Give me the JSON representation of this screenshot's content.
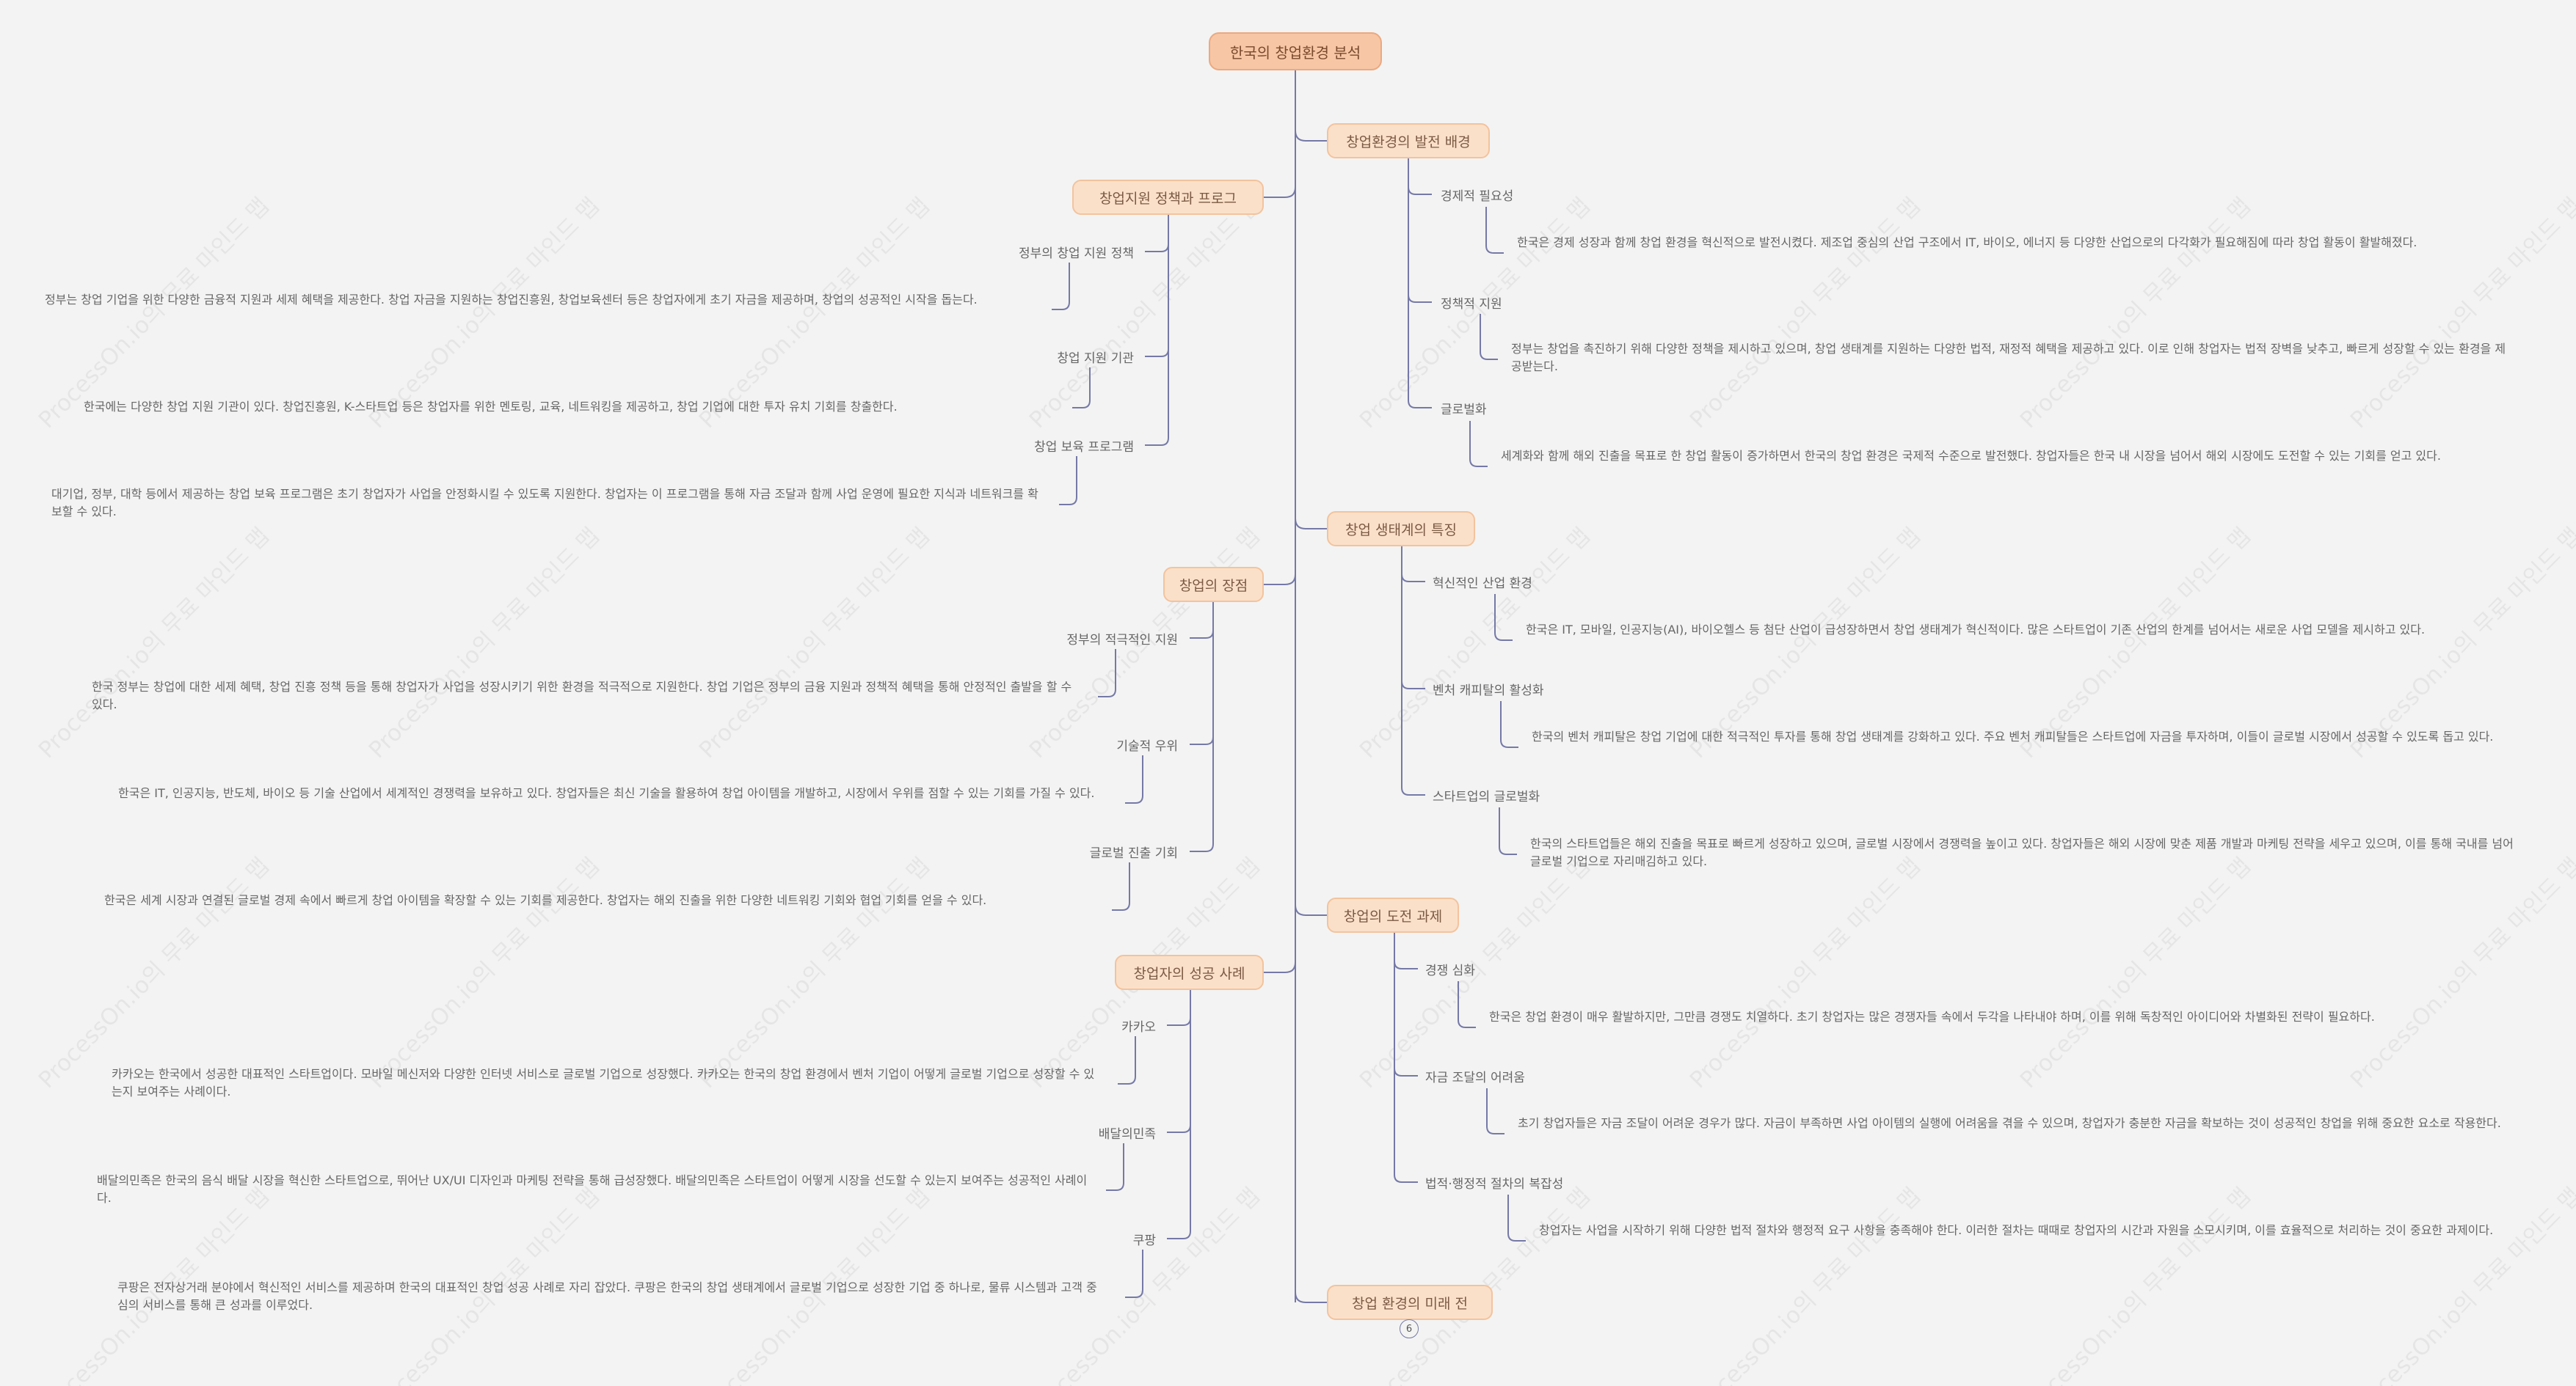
{
  "watermark": "ProcessOn.io의 무료 마인드 맵",
  "root": "한국의 창업환경 분석",
  "branches": {
    "b1": {
      "label": "창업환경의 발전 배경",
      "items": [
        {
          "label": "경제적 필요성",
          "desc": "한국은 경제 성장과 함께 창업 환경을 혁신적으로 발전시켰다. 제조업 중심의 산업 구조에서 IT, 바이오, 에너지 등 다양한 산업으로의 다각화가 필요해짐에 따라 창업 활동이 활발해졌다."
        },
        {
          "label": "정책적 지원",
          "desc": "정부는 창업을 촉진하기 위해 다양한 정책을 제시하고 있으며, 창업 생태계를 지원하는 다양한 법적, 재정적 혜택을 제공하고 있다. 이로 인해 창업자는 법적 장벽을 낮추고, 빠르게 성장할 수 있는 환경을 제공받는다."
        },
        {
          "label": "글로벌화",
          "desc": "세계화와 함께 해외 진출을 목표로 한 창업 활동이 증가하면서 한국의 창업 환경은 국제적 수준으로 발전했다. 창업자들은 한국 내 시장을 넘어서 해외 시장에도 도전할 수 있는 기회를 얻고 있다."
        }
      ]
    },
    "b2": {
      "label": "창업 생태계의 특징",
      "items": [
        {
          "label": "혁신적인 산업 환경",
          "desc": "한국은 IT, 모바일, 인공지능(AI), 바이오헬스 등 첨단 산업이 급성장하면서 창업 생태계가 혁신적이다. 많은 스타트업이 기존 산업의 한계를 넘어서는 새로운 사업 모델을 제시하고 있다."
        },
        {
          "label": "벤처 캐피탈의 활성화",
          "desc": "한국의 벤처 캐피탈은 창업 기업에 대한 적극적인 투자를 통해 창업 생태계를 강화하고 있다. 주요 벤처 캐피탈들은 스타트업에 자금을 투자하며, 이들이 글로벌 시장에서 성공할 수 있도록 돕고 있다."
        },
        {
          "label": "스타트업의 글로벌화",
          "desc": "한국의 스타트업들은 해외 진출을 목표로 빠르게 성장하고 있으며, 글로벌 시장에서 경쟁력을 높이고 있다. 창업자들은 해외 시장에 맞춘 제품 개발과 마케팅 전략을 세우고 있으며, 이를 통해 국내를 넘어 글로벌 기업으로 자리매김하고 있다."
        }
      ]
    },
    "b3": {
      "label": "창업의 도전 과제",
      "items": [
        {
          "label": "경쟁 심화",
          "desc": "한국은 창업 환경이 매우 활발하지만, 그만큼 경쟁도 치열하다. 초기 창업자는 많은 경쟁자들 속에서 두각을 나타내야 하며, 이를 위해 독창적인 아이디어와 차별화된 전략이 필요하다."
        },
        {
          "label": "자금 조달의 어려움",
          "desc": "초기 창업자들은 자금 조달이 어려운 경우가 많다. 자금이 부족하면 사업 아이템의 실행에 어려움을 겪을 수 있으며, 창업자가 충분한 자금을 확보하는 것이 성공적인 창업을 위해 중요한 요소로 작용한다."
        },
        {
          "label": "법적·행정적 절차의 복잡성",
          "desc": "창업자는 사업을 시작하기 위해 다양한 법적 절차와 행정적 요구 사항을 충족해야 한다. 이러한 절차는 때때로 창업자의 시간과 자원을 소모시키며, 이를 효율적으로 처리하는 것이 중요한 과제이다."
        }
      ]
    },
    "b4": {
      "label": "창업 환경의 미래 전",
      "collapsed_count": "6"
    },
    "l1": {
      "label": "창업지원 정책과 프로그",
      "items": [
        {
          "label": "정부의 창업 지원 정책",
          "desc": "정부는 창업 기업을 위한 다양한 금융적 지원과 세제 혜택을 제공한다. 창업 자금을 지원하는 창업진흥원, 창업보육센터 등은 창업자에게 초기 자금을 제공하며, 창업의 성공적인 시작을 돕는다."
        },
        {
          "label": "창업 지원 기관",
          "desc": "한국에는 다양한 창업 지원 기관이 있다. 창업진흥원, K-스타트업 등은 창업자를 위한 멘토링, 교육, 네트워킹을 제공하고, 창업 기업에 대한 투자 유치 기회를 창출한다."
        },
        {
          "label": "창업 보육 프로그램",
          "desc": "대기업, 정부, 대학 등에서 제공하는 창업 보육 프로그램은 초기 창업자가 사업을 안정화시킬 수 있도록 지원한다. 창업자는 이 프로그램을 통해 자금 조달과 함께 사업 운영에 필요한 지식과 네트워크를 확보할 수 있다."
        }
      ]
    },
    "l2": {
      "label": "창업의 장점",
      "items": [
        {
          "label": "정부의 적극적인 지원",
          "desc": "한국 정부는 창업에 대한 세제 혜택, 창업 진흥 정책 등을 통해 창업자가 사업을 성장시키기 위한 환경을 적극적으로 지원한다. 창업 기업은 정부의 금융 지원과 정책적 혜택을 통해 안정적인 출발을 할 수 있다."
        },
        {
          "label": "기술적 우위",
          "desc": "한국은 IT, 인공지능, 반도체, 바이오 등 기술 산업에서 세계적인 경쟁력을 보유하고 있다. 창업자들은 최신 기술을 활용하여 창업 아이템을 개발하고, 시장에서 우위를 점할 수 있는 기회를 가질 수 있다."
        },
        {
          "label": "글로벌 진출 기회",
          "desc": "한국은 세계 시장과 연결된 글로벌 경제 속에서 빠르게 창업 아이템을 확장할 수 있는 기회를 제공한다. 창업자는 해외 진출을 위한 다양한 네트워킹 기회와 협업 기회를 얻을 수 있다."
        }
      ]
    },
    "l3": {
      "label": "창업자의 성공 사례",
      "items": [
        {
          "label": "카카오",
          "desc": "카카오는 한국에서 성공한 대표적인 스타트업이다. 모바일 메신저와 다양한 인터넷 서비스로 글로벌 기업으로 성장했다. 카카오는 한국의 창업 환경에서 벤처 기업이 어떻게 글로벌 기업으로 성장할 수 있는지 보여주는 사례이다."
        },
        {
          "label": "배달의민족",
          "desc": "배달의민족은 한국의 음식 배달 시장을 혁신한 스타트업으로, 뛰어난 UX/UI 디자인과 마케팅 전략을 통해 급성장했다. 배달의민족은 스타트업이 어떻게 시장을 선도할 수 있는지 보여주는 성공적인 사례이다."
        },
        {
          "label": "쿠팡",
          "desc": "쿠팡은 전자상거래 분야에서 혁신적인 서비스를 제공하며 한국의 대표적인 창업 성공 사례로 자리 잡았다. 쿠팡은 한국의 창업 생태계에서 글로벌 기업으로 성장한 기업 중 하나로, 물류 시스템과 고객 중심의 서비스를 통해 큰 성과를 이루었다."
        }
      ]
    }
  }
}
